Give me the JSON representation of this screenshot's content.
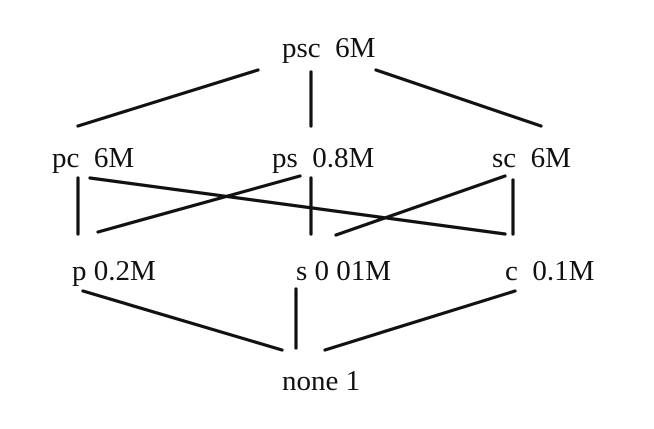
{
  "diagram": {
    "nodes": [
      {
        "id": "psc",
        "name": "psc",
        "size": "6M",
        "label": "psc  6M"
      },
      {
        "id": "pc",
        "name": "pc",
        "size": "6M",
        "label": "pc  6M"
      },
      {
        "id": "ps",
        "name": "ps",
        "size": "0.8M",
        "label": "ps  0.8M"
      },
      {
        "id": "sc",
        "name": "sc",
        "size": "6M",
        "label": "sc  6M"
      },
      {
        "id": "p",
        "name": "p",
        "size": "0.2M",
        "label": "p 0.2M"
      },
      {
        "id": "s",
        "name": "s",
        "size": "0 01M",
        "label": "s 0 01M"
      },
      {
        "id": "c",
        "name": "c",
        "size": "0.1M",
        "label": "c  0.1M"
      },
      {
        "id": "none",
        "name": "none",
        "size": "1",
        "label": "none 1"
      }
    ],
    "edges": [
      [
        "psc",
        "pc"
      ],
      [
        "psc",
        "ps"
      ],
      [
        "psc",
        "sc"
      ],
      [
        "pc",
        "p"
      ],
      [
        "pc",
        "c"
      ],
      [
        "ps",
        "p"
      ],
      [
        "ps",
        "s"
      ],
      [
        "sc",
        "s"
      ],
      [
        "sc",
        "c"
      ],
      [
        "p",
        "none"
      ],
      [
        "s",
        "none"
      ],
      [
        "c",
        "none"
      ]
    ]
  }
}
